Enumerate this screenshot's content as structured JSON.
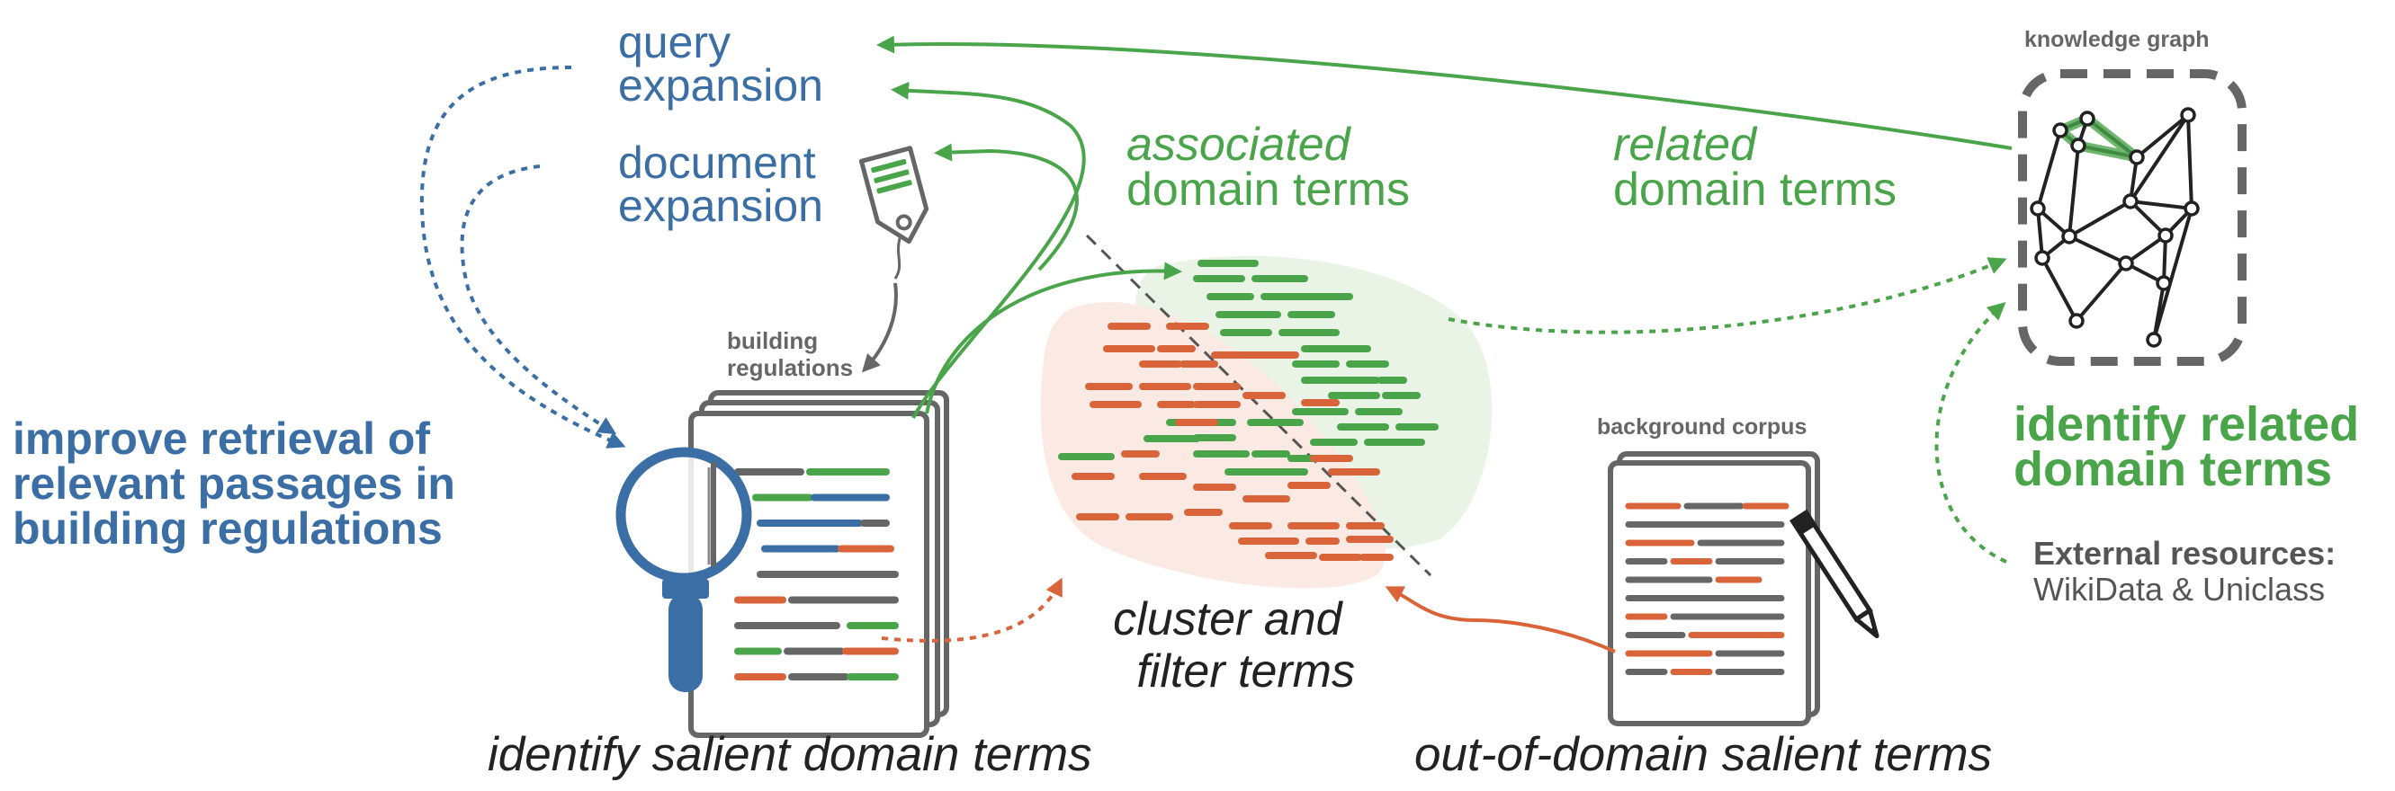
{
  "colors": {
    "blue": "#3a6ea5",
    "green": "#4aa54a",
    "orange": "#d9643a",
    "grey": "#666666",
    "dark": "#222222",
    "light_green": "#eaf4e6",
    "light_orange": "#fbe9e4"
  },
  "labels": {
    "query_expansion": [
      "query",
      "expansion"
    ],
    "document_expansion": [
      "document",
      "expansion"
    ],
    "associated_terms": [
      "associated",
      "domain terms"
    ],
    "related_terms": [
      "related",
      "domain terms"
    ],
    "knowledge_graph": "knowledge graph",
    "building_regulations": [
      "building",
      "regulations"
    ],
    "background_corpus": "background corpus",
    "improve_retrieval": [
      "improve retrieval of",
      "relevant passages in",
      "building regulations"
    ],
    "cluster_filter": [
      "cluster and",
      "filter terms"
    ],
    "identify_salient": "identify salient domain terms",
    "out_of_domain": "out-of-domain salient terms",
    "identify_related": [
      "identify related",
      "domain terms"
    ],
    "external_resources_title": "External resources:",
    "external_resources_body": "WikiData & Uniclass"
  },
  "icons": [
    "magnifier-icon",
    "document-stack-icon",
    "tag-icon",
    "pencil-icon",
    "knowledge-graph-icon"
  ]
}
